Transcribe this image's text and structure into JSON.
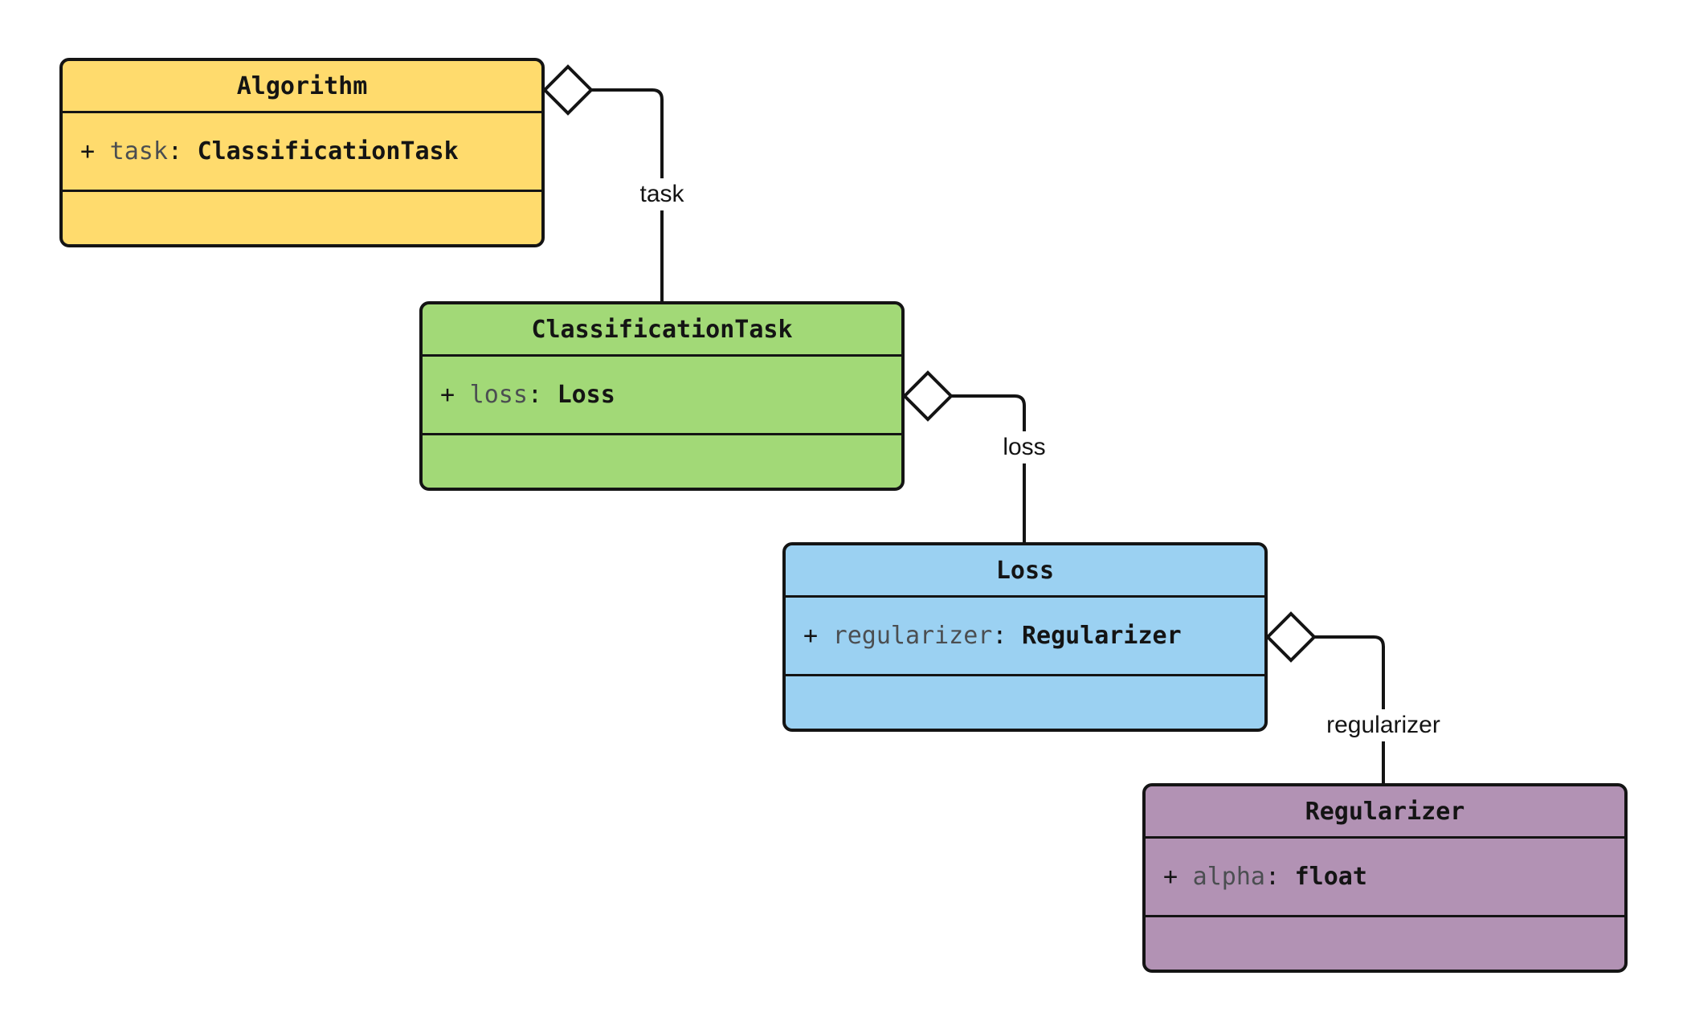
{
  "diagram": {
    "classes": [
      {
        "title": "Algorithm",
        "fill": "#ffdb6d",
        "attribute": {
          "visibility": "+",
          "name": "task",
          "separator": ":",
          "type": "ClassificationTask"
        }
      },
      {
        "title": "ClassificationTask",
        "fill": "#a2d977",
        "attribute": {
          "visibility": "+",
          "name": "loss",
          "separator": ":",
          "type": "Loss"
        }
      },
      {
        "title": "Loss",
        "fill": "#9bd1f2",
        "attribute": {
          "visibility": "+",
          "name": "regularizer",
          "separator": ":",
          "type": "Regularizer"
        }
      },
      {
        "title": "Regularizer",
        "fill": "#b292b4",
        "attribute": {
          "visibility": "+",
          "name": "alpha",
          "separator": ":",
          "type": "float"
        }
      }
    ],
    "connectors": [
      {
        "label": "task"
      },
      {
        "label": "loss"
      },
      {
        "label": "regularizer"
      }
    ],
    "colors": {
      "line": "#141414",
      "diamond_fill": "#ffffff",
      "attribute_name": "#4b4e51",
      "background": "#ffffff"
    }
  }
}
